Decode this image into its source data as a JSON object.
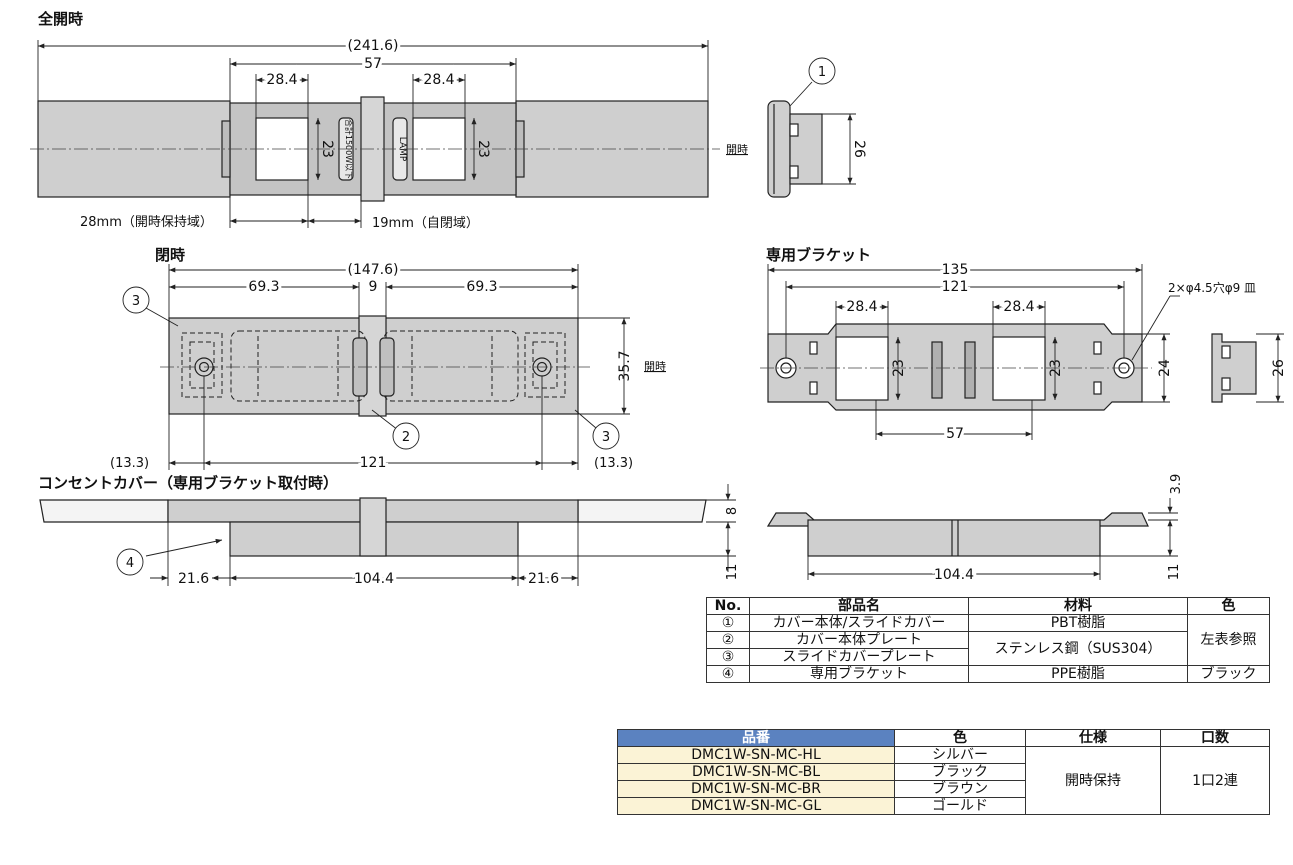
{
  "headings": {
    "fully_open": "全開時",
    "closed": "閉時",
    "bracket": "専用ブラケット",
    "installed": "コンセントカバー（専用ブラケット取付時）"
  },
  "dims": {
    "open_total": "(241.6)",
    "open_57": "57",
    "open_28_4_left": "28.4",
    "open_28_4_right": "28.4",
    "open_23_left": "23",
    "open_23_right": "23",
    "open_hold": "28mm（開時保持域）",
    "self_close": "19mm（自閉域）",
    "side_26": "26",
    "closed_total": "(147.6)",
    "closed_69_3_left": "69.3",
    "closed_9": "9",
    "closed_69_3_right": "69.3",
    "closed_35_7": "35.7",
    "closed_13_3_left": "(13.3)",
    "closed_121": "121",
    "closed_13_3_right": "(13.3)",
    "br_135": "135",
    "br_121": "121",
    "br_28_4_left": "28.4",
    "br_28_4_right": "28.4",
    "br_23_left": "23",
    "br_23_right": "23",
    "br_24": "24",
    "br_57": "57",
    "br_side_26": "26",
    "br_hole": "2×φ4.5穴φ9 皿",
    "inst_21_6_left": "21.6",
    "inst_104_4": "104.4",
    "inst_21_6_right": "21.6",
    "inst_8": "8",
    "inst_11": "11",
    "br2_104_4": "104.4",
    "br2_3_9": "3.9",
    "br2_11": "11"
  },
  "labels": {
    "open_when_1": "開時",
    "open_when_2": "開時",
    "lamp": "LAMP",
    "rating": "合計1500W以下"
  },
  "callouts": [
    "1",
    "2",
    "3",
    "3",
    "4"
  ],
  "materials": {
    "headers": [
      "No.",
      "部品名",
      "材料",
      "色"
    ],
    "rows": [
      {
        "no": "①",
        "name": "カバー本体/スライドカバー",
        "material": "PBT樹脂",
        "color": "左表参照"
      },
      {
        "no": "②",
        "name": "カバー本体プレート",
        "material": "ステンレス鋼（SUS304）"
      },
      {
        "no": "③",
        "name": "スライドカバープレート"
      },
      {
        "no": "④",
        "name": "専用ブラケット",
        "material": "PPE樹脂",
        "color": "ブラック"
      }
    ]
  },
  "products": {
    "headers": [
      "品番",
      "色",
      "仕様",
      "口数"
    ],
    "spec": "開時保持",
    "ports": "1口2連",
    "rows": [
      {
        "part": "DMC1W-SN-MC-HL",
        "color": "シルバー"
      },
      {
        "part": "DMC1W-SN-MC-BL",
        "color": "ブラック"
      },
      {
        "part": "DMC1W-SN-MC-BR",
        "color": "ブラウン"
      },
      {
        "part": "DMC1W-SN-MC-GL",
        "color": "ゴールド"
      }
    ]
  },
  "colors": {
    "body": "#cfcfcf",
    "body_dark": "#b8b8b8",
    "line": "#222222",
    "header_blue": "#5b82c0",
    "part_bg": "#fbf3d6"
  }
}
